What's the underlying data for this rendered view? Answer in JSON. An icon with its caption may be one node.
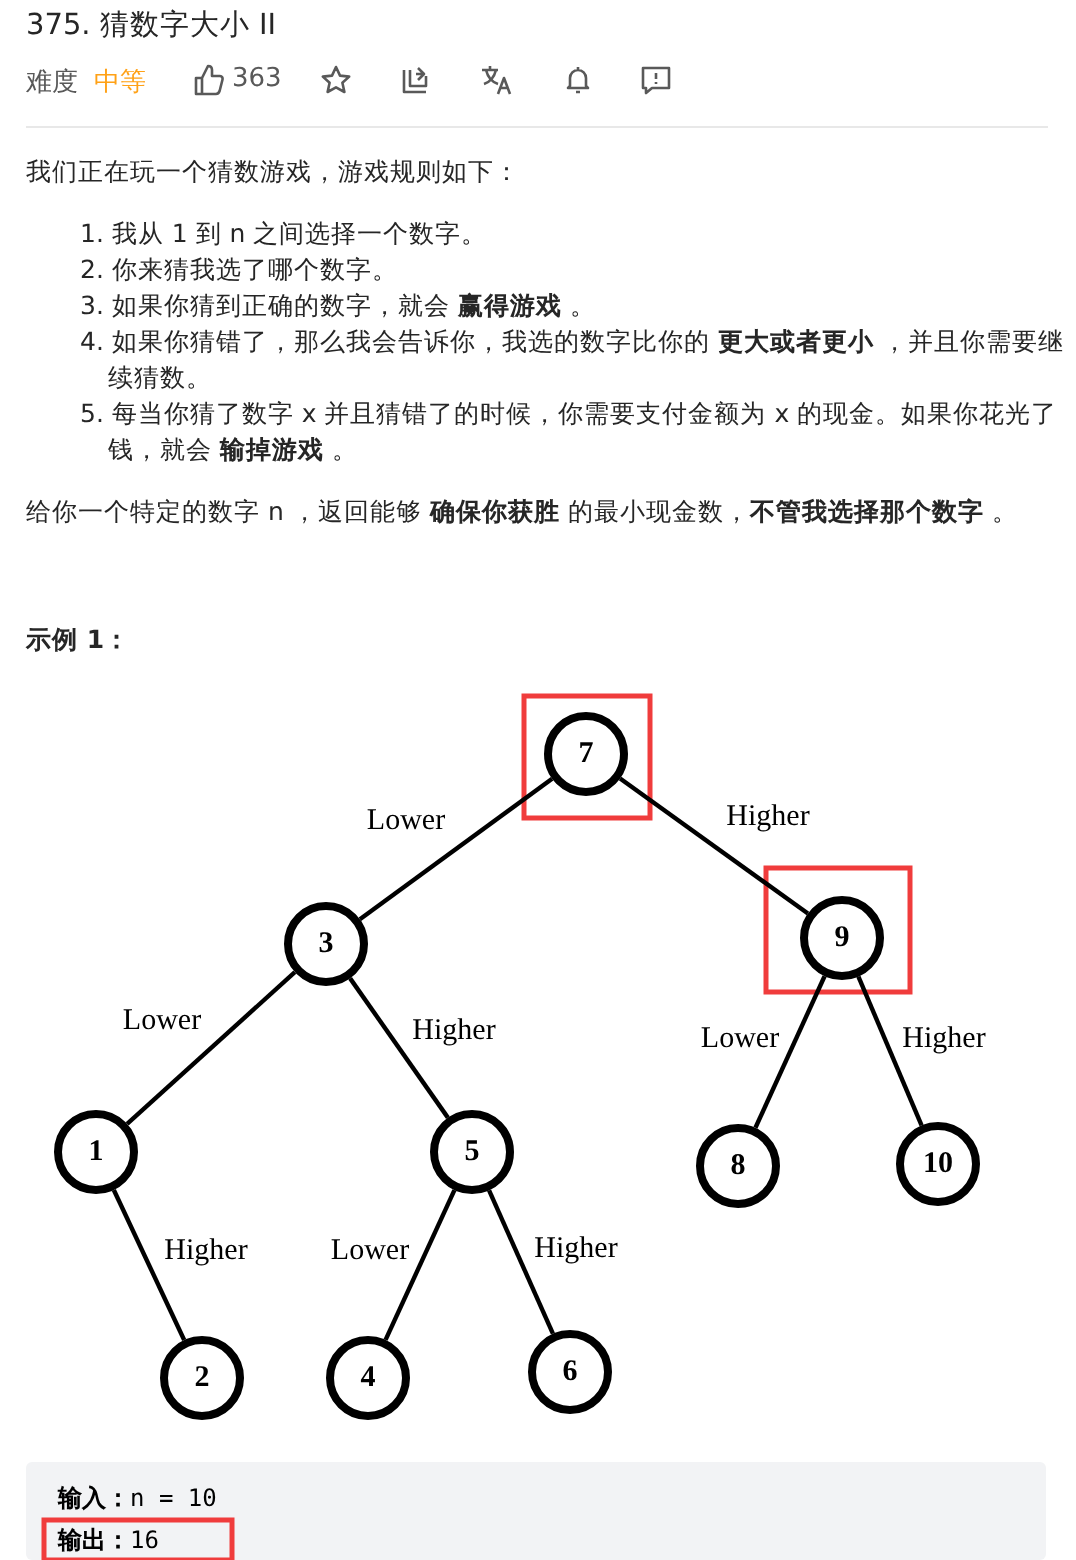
{
  "diagram": {
    "title": "375. 猜数字大小 II",
    "nodes": [
      {
        "text": [
          "7"
        ]
      },
      {
        "text": [
          "3"
        ]
      },
      {
        "text": [
          "9"
        ]
      },
      {
        "text": [
          "1"
        ]
      },
      {
        "text": [
          "5"
        ]
      },
      {
        "text": [
          "8"
        ]
      },
      {
        "text": [
          "10"
        ]
      },
      {
        "text": [
          "2"
        ]
      },
      {
        "text": [
          "4"
        ]
      },
      {
        "text": [
          "6"
        ]
      }
    ],
    "edges": [
      {
        "from": 0,
        "to": 1,
        "arrow": "none",
        "label": "Lower"
      },
      {
        "from": 0,
        "to": 2,
        "arrow": "none",
        "label": "Higher"
      },
      {
        "from": 1,
        "to": 3,
        "arrow": "none",
        "label": "Lower"
      },
      {
        "from": 1,
        "to": 4,
        "arrow": "none",
        "label": "Higher"
      },
      {
        "from": 2,
        "to": 5,
        "arrow": "none",
        "label": "Lower"
      },
      {
        "from": 2,
        "to": 6,
        "arrow": "none",
        "label": "Higher"
      },
      {
        "from": 3,
        "to": 7,
        "arrow": "none",
        "label": "Higher"
      },
      {
        "from": 4,
        "to": 8,
        "arrow": "none",
        "label": "Lower"
      },
      {
        "from": 4,
        "to": 9,
        "arrow": "none",
        "label": "Higher"
      }
    ],
    "labels": [
      "难度",
      "中等",
      "363",
      "我们正在玩一个猜数游戏，游戏规则如下：",
      "1. 我从 1 到 n 之间选择一个数字。",
      "2. 你来猜我选了哪个数字。",
      "3. 如果你猜到正确的数字，就会 **赢得游戏** 。",
      "4. 如果你猜错了，那么我会告诉你，我选的数字比你的 **更大或者更小** ，并且你需要继续猜数。",
      "5. 每当你猜了数字 x 并且猜错了的时候，你需要支付金额为 x 的现金。如果你花光了钱，就会 **输掉游戏** 。",
      "给你一个特定的数字 n ，返回能够 **确保你获胜** 的最小现金数，**不管我选择那个数字** 。",
      "示例 1：",
      "**输入：**n = 10",
      "**输出：**16"
    ]
  }
}
